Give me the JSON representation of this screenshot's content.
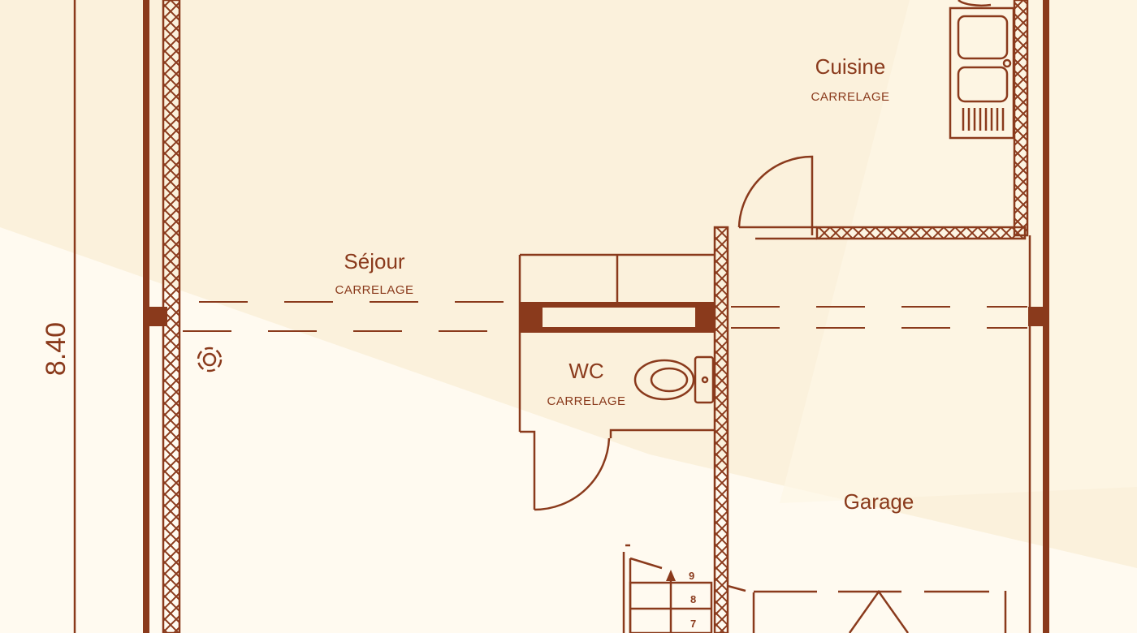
{
  "colors": {
    "line": "#8a3a1c",
    "background": "#fbf1dc",
    "highlight": "#fffaf0"
  },
  "dimension": "8.40",
  "rooms": [
    {
      "name": "Cuisine",
      "floor": "CARRELAGE"
    },
    {
      "name": "Séjour",
      "floor": "CARRELAGE"
    },
    {
      "name": "WC",
      "floor": "CARRELAGE"
    },
    {
      "name": "Garage"
    }
  ],
  "stairs": {
    "steps": [
      "9",
      "8",
      "7"
    ]
  }
}
